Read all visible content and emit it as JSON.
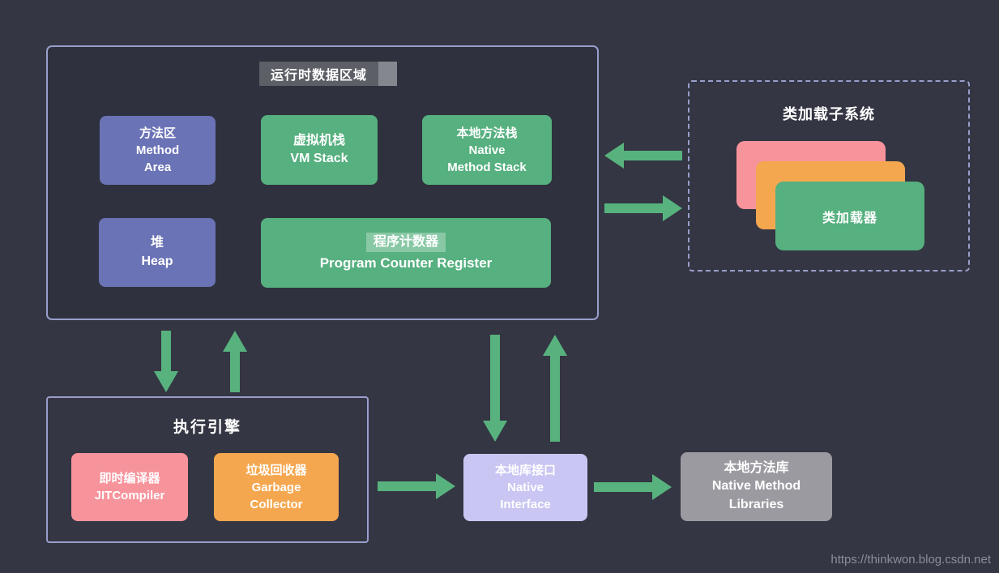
{
  "colors": {
    "background": "#343643",
    "container_border": "#9a9ecd",
    "purple_box": "#6a73b5",
    "green_box": "#56b07f",
    "pink_box": "#f7939b",
    "orange_box": "#f5a74f",
    "lavender_box": "#c9c6f3",
    "gray_box": "#9b9aa1",
    "arrow": "#58b27e",
    "title_highlight": "#5d5f66",
    "watermark_text": "#8b8e9a"
  },
  "runtime_area": {
    "title": "运行时数据区域",
    "method_area": {
      "lines": [
        "方法区",
        "Method",
        "Area"
      ]
    },
    "vm_stack": {
      "lines": [
        "虚拟机栈",
        "VM Stack"
      ]
    },
    "native_method_stack": {
      "lines": [
        "本地方法栈",
        "Native",
        "Method Stack"
      ]
    },
    "heap": {
      "lines": [
        "堆",
        "Heap"
      ]
    },
    "program_counter": {
      "highlight_line": "程序计数器",
      "line2": "Program Counter Register"
    }
  },
  "class_loader_subsystem": {
    "title": "类加载子系统",
    "front_card_label": "类加载器"
  },
  "execution_engine": {
    "title": "执行引擎",
    "jit_compiler": {
      "lines": [
        "即时编译器",
        "JITCompiler"
      ]
    },
    "garbage_collector": {
      "lines": [
        "垃圾回收器",
        "Garbage",
        "Collector"
      ]
    }
  },
  "native_interface": {
    "lines": [
      "本地库接口",
      "Native",
      "Interface"
    ]
  },
  "native_method_libraries": {
    "lines": [
      "本地方法库",
      "Native Method",
      "Libraries"
    ]
  },
  "watermark": "https://thinkwon.blog.csdn.net"
}
